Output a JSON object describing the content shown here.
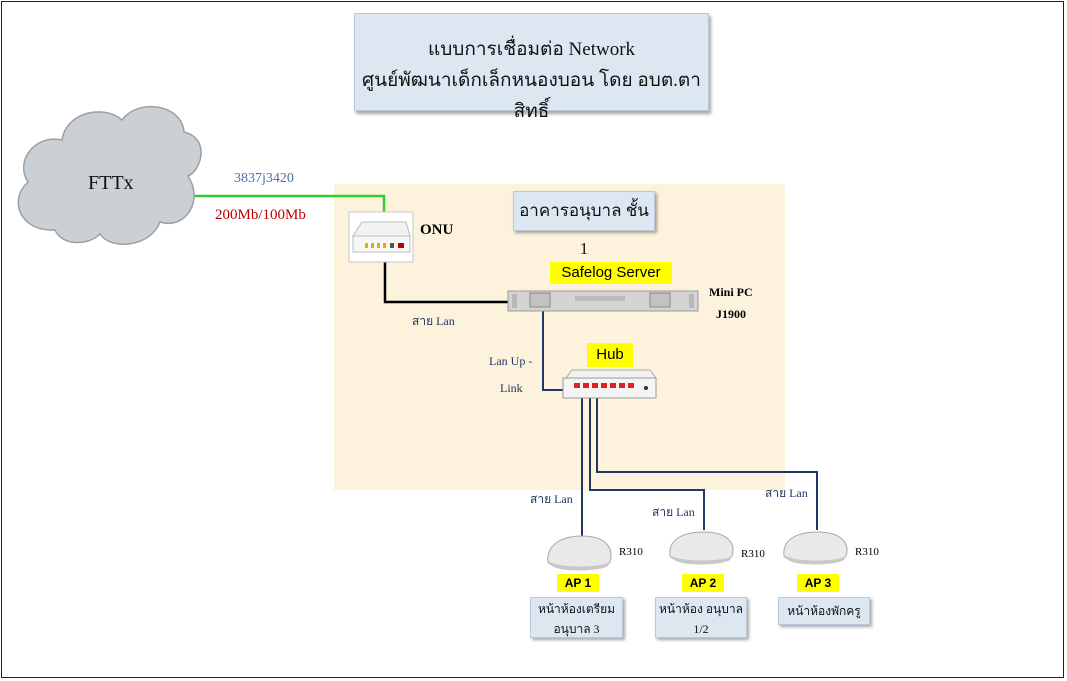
{
  "title": {
    "line1": "แบบการเชื่อมต่อ Network",
    "line2": "ศูนย์พัฒนาเด็กเล็กหนองบอน โดย อบต.ตาสิทธิ์"
  },
  "cloud": {
    "label": "FTTx"
  },
  "circuit": {
    "id": "3837j3420",
    "speed": "200Mb/100Mb"
  },
  "onu": {
    "label": "ONU"
  },
  "building": {
    "label": "อาคารอนุบาล ชั้น 1"
  },
  "server": {
    "label": "Safelog Server",
    "model_line1": "Mini PC",
    "model_line2": "J1900"
  },
  "hub": {
    "label": "Hub"
  },
  "links": {
    "lan_onu": "สาย Lan",
    "uplink_line1": "Lan Up -",
    "uplink_line2": "Link",
    "lan1": "สาย Lan",
    "lan2": "สาย Lan",
    "lan3": "สาย Lan"
  },
  "access_points": [
    {
      "model": "R310",
      "name": "AP 1",
      "location_line1": "หน้าห้องเตรียม",
      "location_line2": "อนุบาล 3"
    },
    {
      "model": "R310",
      "name": "AP 2",
      "location_line1": "หน้าห้อง อนุบาล",
      "location_line2": "1/2"
    },
    {
      "model": "R310",
      "name": "AP 3",
      "location_line1": "หน้าห้องพักครู",
      "location_line2": ""
    }
  ],
  "colors": {
    "fiber": "#33cc33",
    "lan": "#1f3864",
    "cable_black": "#000000",
    "highlight": "#ffff00",
    "building_bg": "#fdf2dc",
    "box_bg": "#dde7f2"
  }
}
